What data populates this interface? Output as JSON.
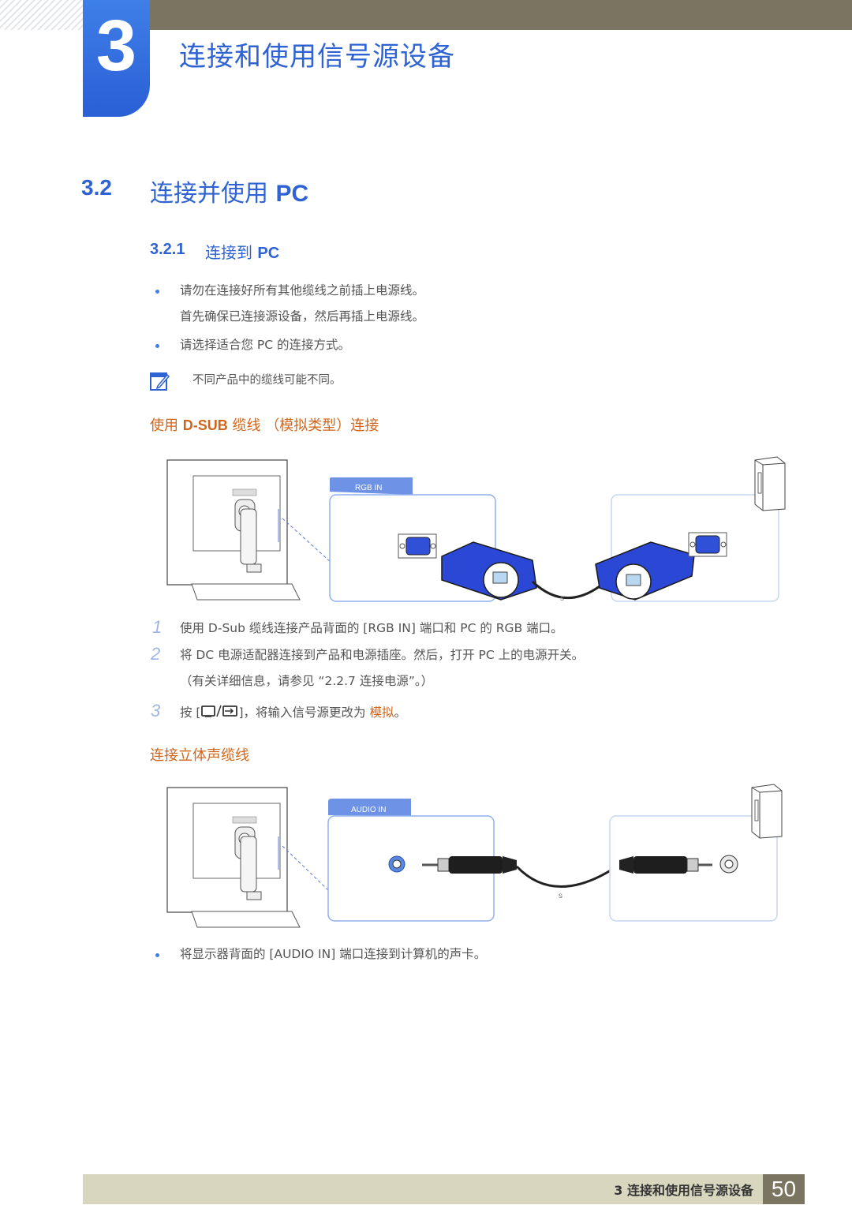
{
  "header": {
    "chapter_number": "3",
    "chapter_title": "连接和使用信号源设备"
  },
  "section": {
    "number": "3.2",
    "title_cn": "连接并使用",
    "title_en": "PC"
  },
  "subsection": {
    "number": "3.2.1",
    "title_cn": "连接到",
    "title_en": "PC"
  },
  "intro": {
    "bullet1_line1": "请勿在连接好所有其他缆线之前插上电源线。",
    "bullet1_line2": "首先确保已连接源设备，然后再插上电源线。",
    "bullet2": "请选择适合您 PC 的连接方式。",
    "note": "不同产品中的缆线可能不同。"
  },
  "dsub": {
    "heading_prefix": "使用",
    "heading_bold": "D-SUB",
    "heading_suffix": "缆线 （模拟类型）连接",
    "port_label": "RGB IN",
    "steps": [
      {
        "num": "1",
        "text": "使用 D-Sub 缆线连接产品背面的 [RGB IN] 端口和 PC 的 RGB 端口。"
      },
      {
        "num": "2",
        "text": "将 DC 电源适配器连接到产品和电源插座。然后，打开 PC 上的电源开关。",
        "text2": "（有关详细信息，请参见 “2.2.7 连接电源”。）"
      },
      {
        "num": "3",
        "text_prefix": "按 [",
        "text_mid": "]，将输入信号源更改为",
        "highlight": "模拟",
        "text_end": "。"
      }
    ]
  },
  "audio": {
    "heading": "连接立体声缆线",
    "port_label": "AUDIO IN",
    "bullet": "将显示器背面的 [AUDIO IN] 端口连接到计算机的声卡。"
  },
  "footer": {
    "text": "3 连接和使用信号源设备",
    "page": "50"
  },
  "colors": {
    "accent_blue": "#2f63d3",
    "accent_orange": "#d0661c",
    "band_olive": "#7a7561",
    "footer_tan": "#d9d6bf"
  }
}
